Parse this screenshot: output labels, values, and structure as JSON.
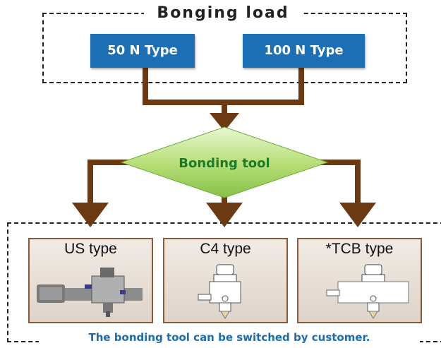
{
  "bonding_load": {
    "title": "Bonging load",
    "options": [
      "50 N Type",
      "100 N Type"
    ]
  },
  "bonding_tool": {
    "label": "Bonding tool"
  },
  "tool_types": [
    "US type",
    "C4 type",
    "*TCB type"
  ],
  "footnote": "The bonding tool can be switched by customer.",
  "colors": {
    "button_blue": "#1d6fb5",
    "arrow_brown": "#6b3a12",
    "diamond_green": "#9fd060",
    "tool_label_green": "#1c7a2c",
    "footnote_blue": "#1b6db0"
  }
}
